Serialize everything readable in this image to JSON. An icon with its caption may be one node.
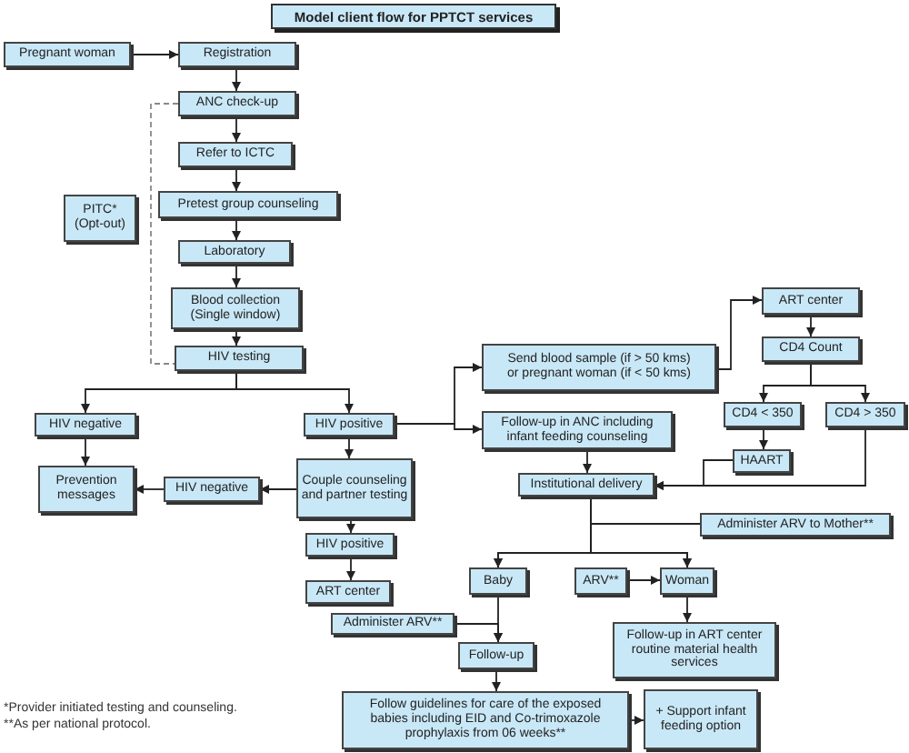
{
  "diagram": {
    "title": "Model client flow for PPTCT services",
    "nodes": [
      {
        "text": [
          "Pregnant woman"
        ]
      },
      {
        "text": [
          "Registration"
        ]
      },
      {
        "text": [
          "ANC check-up"
        ]
      },
      {
        "text": [
          "Refer to ICTC"
        ]
      },
      {
        "text": [
          "Pretest group counseling"
        ]
      },
      {
        "text": [
          "PITC* (Opt-out)"
        ]
      },
      {
        "text": [
          "Laboratory"
        ]
      },
      {
        "text": [
          "Blood collection (Single window)"
        ]
      },
      {
        "text": [
          "HIV testing"
        ]
      },
      {
        "text": [
          "ART center"
        ]
      },
      {
        "text": [
          "CD4 Count"
        ]
      },
      {
        "text": [
          "Send blood sample (if > 50 kms) or pregnant woman (if < 50 kms)"
        ]
      },
      {
        "text": [
          "HIV negative"
        ]
      },
      {
        "text": [
          "HIV positive"
        ]
      },
      {
        "text": [
          "CD4 < 350"
        ]
      },
      {
        "text": [
          "CD4 > 350"
        ]
      },
      {
        "text": [
          "Follow-up in ANC including infant feeding counseling"
        ]
      },
      {
        "text": [
          "Prevention messages"
        ]
      },
      {
        "text": [
          "HIV negative"
        ]
      },
      {
        "text": [
          "Couple counseling and partner testing"
        ]
      },
      {
        "text": [
          "HAART"
        ]
      },
      {
        "text": [
          "Institutional delivery"
        ]
      },
      {
        "text": [
          "Administer ARV to Mother**"
        ]
      },
      {
        "text": [
          "HIV positive"
        ]
      },
      {
        "text": [
          "Baby"
        ]
      },
      {
        "text": [
          "ARV**"
        ]
      },
      {
        "text": [
          "Woman"
        ]
      },
      {
        "text": [
          "ART center"
        ]
      },
      {
        "text": [
          "Administer ARV**"
        ]
      },
      {
        "text": [
          "Follow-up in ART center routine material health services"
        ]
      },
      {
        "text": [
          "Follow-up"
        ]
      },
      {
        "text": [
          "Follow guidelines for care of the exposed babies including EID and Co-trimoxazole prophylaxis from 06 weeks**"
        ]
      },
      {
        "text": [
          "+ Support infant feeding option"
        ]
      }
    ],
    "edges": [
      {
        "from": 0,
        "to": 1,
        "arrow": "to"
      },
      {
        "from": 1,
        "to": 2,
        "arrow": "to"
      },
      {
        "from": 2,
        "to": 3,
        "arrow": "to"
      },
      {
        "from": 3,
        "to": 4,
        "arrow": "to"
      },
      {
        "from": 4,
        "to": 6,
        "arrow": "to"
      },
      {
        "from": 6,
        "to": 7,
        "arrow": "to"
      },
      {
        "from": 7,
        "to": 8,
        "arrow": "to"
      },
      {
        "from": 2,
        "to": 8,
        "arrow": "none",
        "style": "dashed",
        "color": "#888888"
      },
      {
        "from": 8,
        "to": 12,
        "arrow": "to"
      },
      {
        "from": 8,
        "to": 13,
        "arrow": "to"
      },
      {
        "from": 13,
        "to": 11,
        "arrow": "to"
      },
      {
        "from": 13,
        "to": 16,
        "arrow": "to"
      },
      {
        "from": 11,
        "to": 9,
        "arrow": "to"
      },
      {
        "from": 9,
        "to": 10,
        "arrow": "to"
      },
      {
        "from": 10,
        "to": 14,
        "arrow": "to"
      },
      {
        "from": 10,
        "to": 15,
        "arrow": "to"
      },
      {
        "from": 12,
        "to": 17,
        "arrow": "to"
      },
      {
        "from": 13,
        "to": 19,
        "arrow": "to"
      },
      {
        "from": 19,
        "to": 18,
        "arrow": "to"
      },
      {
        "from": 18,
        "to": 17,
        "arrow": "to"
      },
      {
        "from": 14,
        "to": 20,
        "arrow": "to"
      },
      {
        "from": 20,
        "to": 21,
        "arrow": "to"
      },
      {
        "from": 15,
        "to": 21,
        "arrow": "to"
      },
      {
        "from": 16,
        "to": 21,
        "arrow": "to"
      },
      {
        "from": 21,
        "to": 24,
        "arrow": "to"
      },
      {
        "from": 21,
        "to": 26,
        "arrow": "to"
      },
      {
        "from": 22,
        "to": 24,
        "arrow": "to"
      },
      {
        "from": 22,
        "to": 26,
        "arrow": "to"
      },
      {
        "from": 19,
        "to": 23,
        "arrow": "to"
      },
      {
        "from": 23,
        "to": 27,
        "arrow": "to"
      },
      {
        "from": 25,
        "to": 26,
        "arrow": "to"
      },
      {
        "from": 26,
        "to": 29,
        "arrow": "to"
      },
      {
        "from": 24,
        "to": 30,
        "arrow": "to"
      },
      {
        "from": 28,
        "to": 30,
        "arrow": "to"
      },
      {
        "from": 30,
        "to": 31,
        "arrow": "to"
      },
      {
        "from": 31,
        "to": 32,
        "arrow": "to"
      }
    ],
    "labels": [
      "*Provider initiated testing and counseling.",
      "**As per national protocol."
    ]
  }
}
